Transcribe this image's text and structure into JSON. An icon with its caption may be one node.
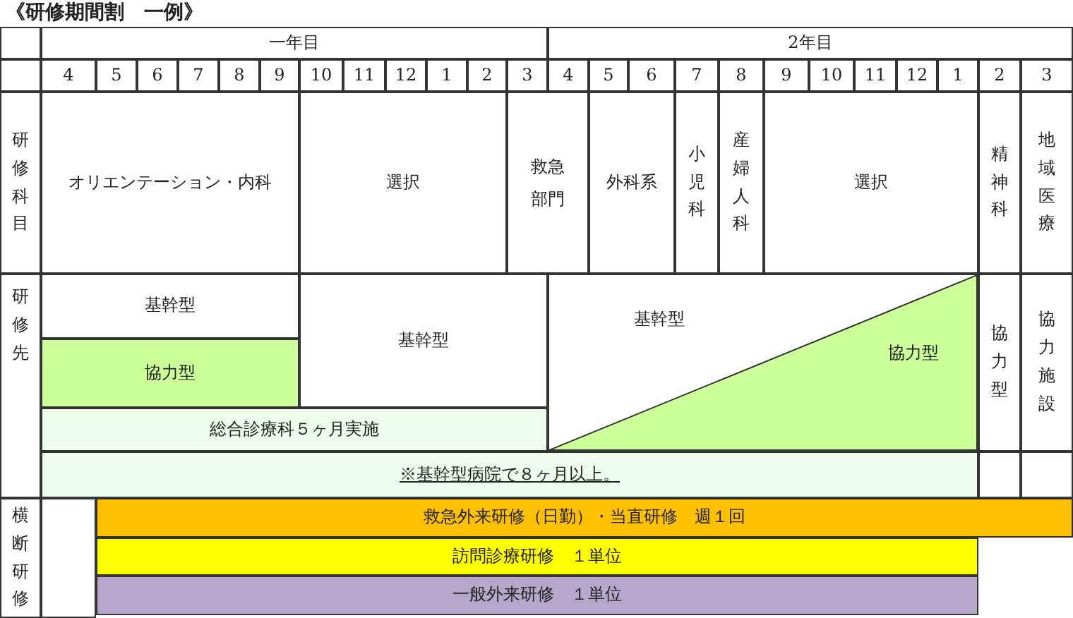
{
  "diagram": {
    "title": "《研修期間割　一例》",
    "nodes": [
      {
        "text": [
          "一年目"
        ]
      },
      {
        "text": [
          "2年目"
        ]
      },
      {
        "text": [
          "4"
        ]
      },
      {
        "text": [
          "5"
        ]
      },
      {
        "text": [
          "6"
        ]
      },
      {
        "text": [
          "7"
        ]
      },
      {
        "text": [
          "8"
        ]
      },
      {
        "text": [
          "9"
        ]
      },
      {
        "text": [
          "10"
        ]
      },
      {
        "text": [
          "11"
        ]
      },
      {
        "text": [
          "12"
        ]
      },
      {
        "text": [
          "1"
        ]
      },
      {
        "text": [
          "2"
        ]
      },
      {
        "text": [
          "3"
        ]
      },
      {
        "text": [
          "4"
        ]
      },
      {
        "text": [
          "5"
        ]
      },
      {
        "text": [
          "6"
        ]
      },
      {
        "text": [
          "7"
        ]
      },
      {
        "text": [
          "8"
        ]
      },
      {
        "text": [
          "9"
        ]
      },
      {
        "text": [
          "10"
        ]
      },
      {
        "text": [
          "11"
        ]
      },
      {
        "text": [
          "12"
        ]
      },
      {
        "text": [
          "1"
        ]
      },
      {
        "text": [
          "2"
        ]
      },
      {
        "text": [
          "3"
        ]
      },
      {
        "text": [
          "研修科目"
        ]
      },
      {
        "text": [
          "オリエンテーション・内科"
        ]
      },
      {
        "text": [
          "選択"
        ]
      },
      {
        "text": [
          "救急部門"
        ]
      },
      {
        "text": [
          "外科系"
        ]
      },
      {
        "text": [
          "小児科"
        ]
      },
      {
        "text": [
          "産婦人科"
        ]
      },
      {
        "text": [
          "選択"
        ]
      },
      {
        "text": [
          "精神科"
        ]
      },
      {
        "text": [
          "地域医療"
        ]
      },
      {
        "text": [
          "研修先"
        ]
      },
      {
        "text": [
          "基幹型"
        ]
      },
      {
        "text": [
          "基幹型"
        ]
      },
      {
        "text": [
          "基幹型",
          "協力型"
        ]
      },
      {
        "text": [
          "協力型"
        ]
      },
      {
        "text": [
          "協力施設"
        ]
      },
      {
        "text": [
          "協力型"
        ]
      },
      {
        "text": [
          "総合診療科５ヶ月実施"
        ]
      },
      {
        "text": [
          "※基幹型病院で８ヶ月以上。"
        ]
      },
      {
        "text": [
          "横断研修"
        ]
      },
      {
        "text": [
          "救急外来研修（日勤）・当直研修　週１回"
        ]
      },
      {
        "text": [
          "訪問診療研修　１単位"
        ]
      },
      {
        "text": [
          "一般外来研修　１単位"
        ]
      },
      {
        "text": [],
        "shape": "box"
      },
      {
        "text": [],
        "shape": "box"
      },
      {
        "text": [],
        "shape": "box"
      },
      {
        "text": [],
        "shape": "box"
      },
      {
        "text": [],
        "shape": "box"
      }
    ],
    "edges": []
  }
}
